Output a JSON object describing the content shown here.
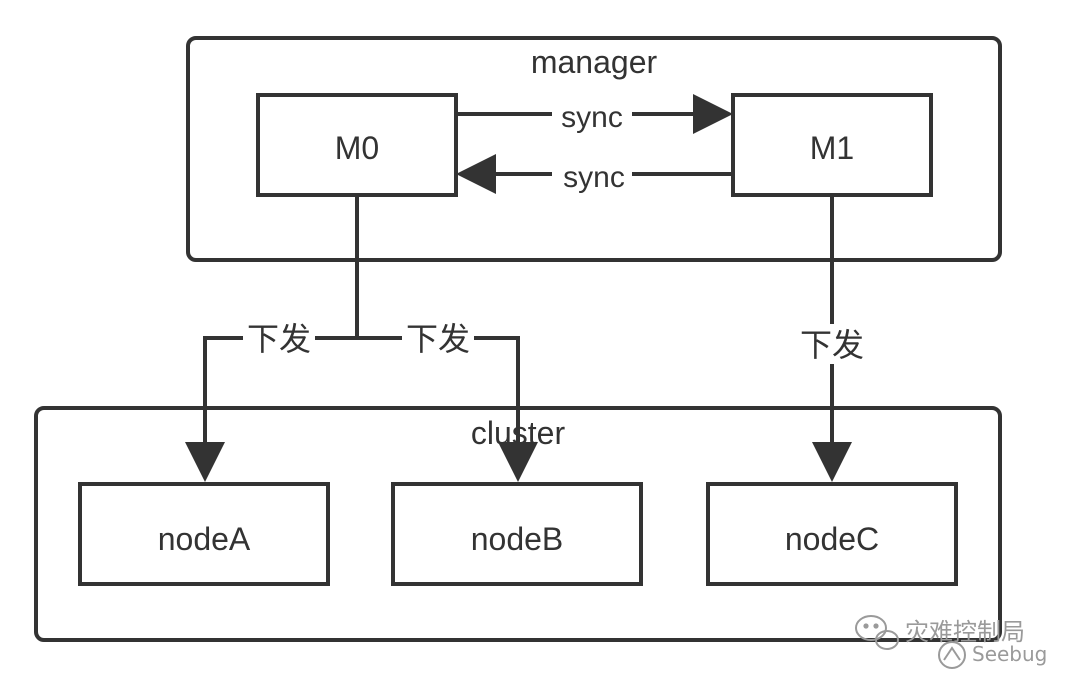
{
  "groups": {
    "manager": "manager",
    "cluster": "cluster"
  },
  "nodes": {
    "m0": "M0",
    "m1": "M1",
    "nodeA": "nodeA",
    "nodeB": "nodeB",
    "nodeC": "nodeC"
  },
  "edges": {
    "sync_forward": "sync",
    "sync_back": "sync",
    "dispatch_a": "下发",
    "dispatch_b": "下发",
    "dispatch_c": "下发"
  },
  "watermark": {
    "title": "灾难控制局",
    "brand": "Seebug",
    "icon": "wechat-icon"
  },
  "colors": {
    "stroke": "#333333",
    "text": "#333333",
    "watermark": "#9a9a9a"
  }
}
